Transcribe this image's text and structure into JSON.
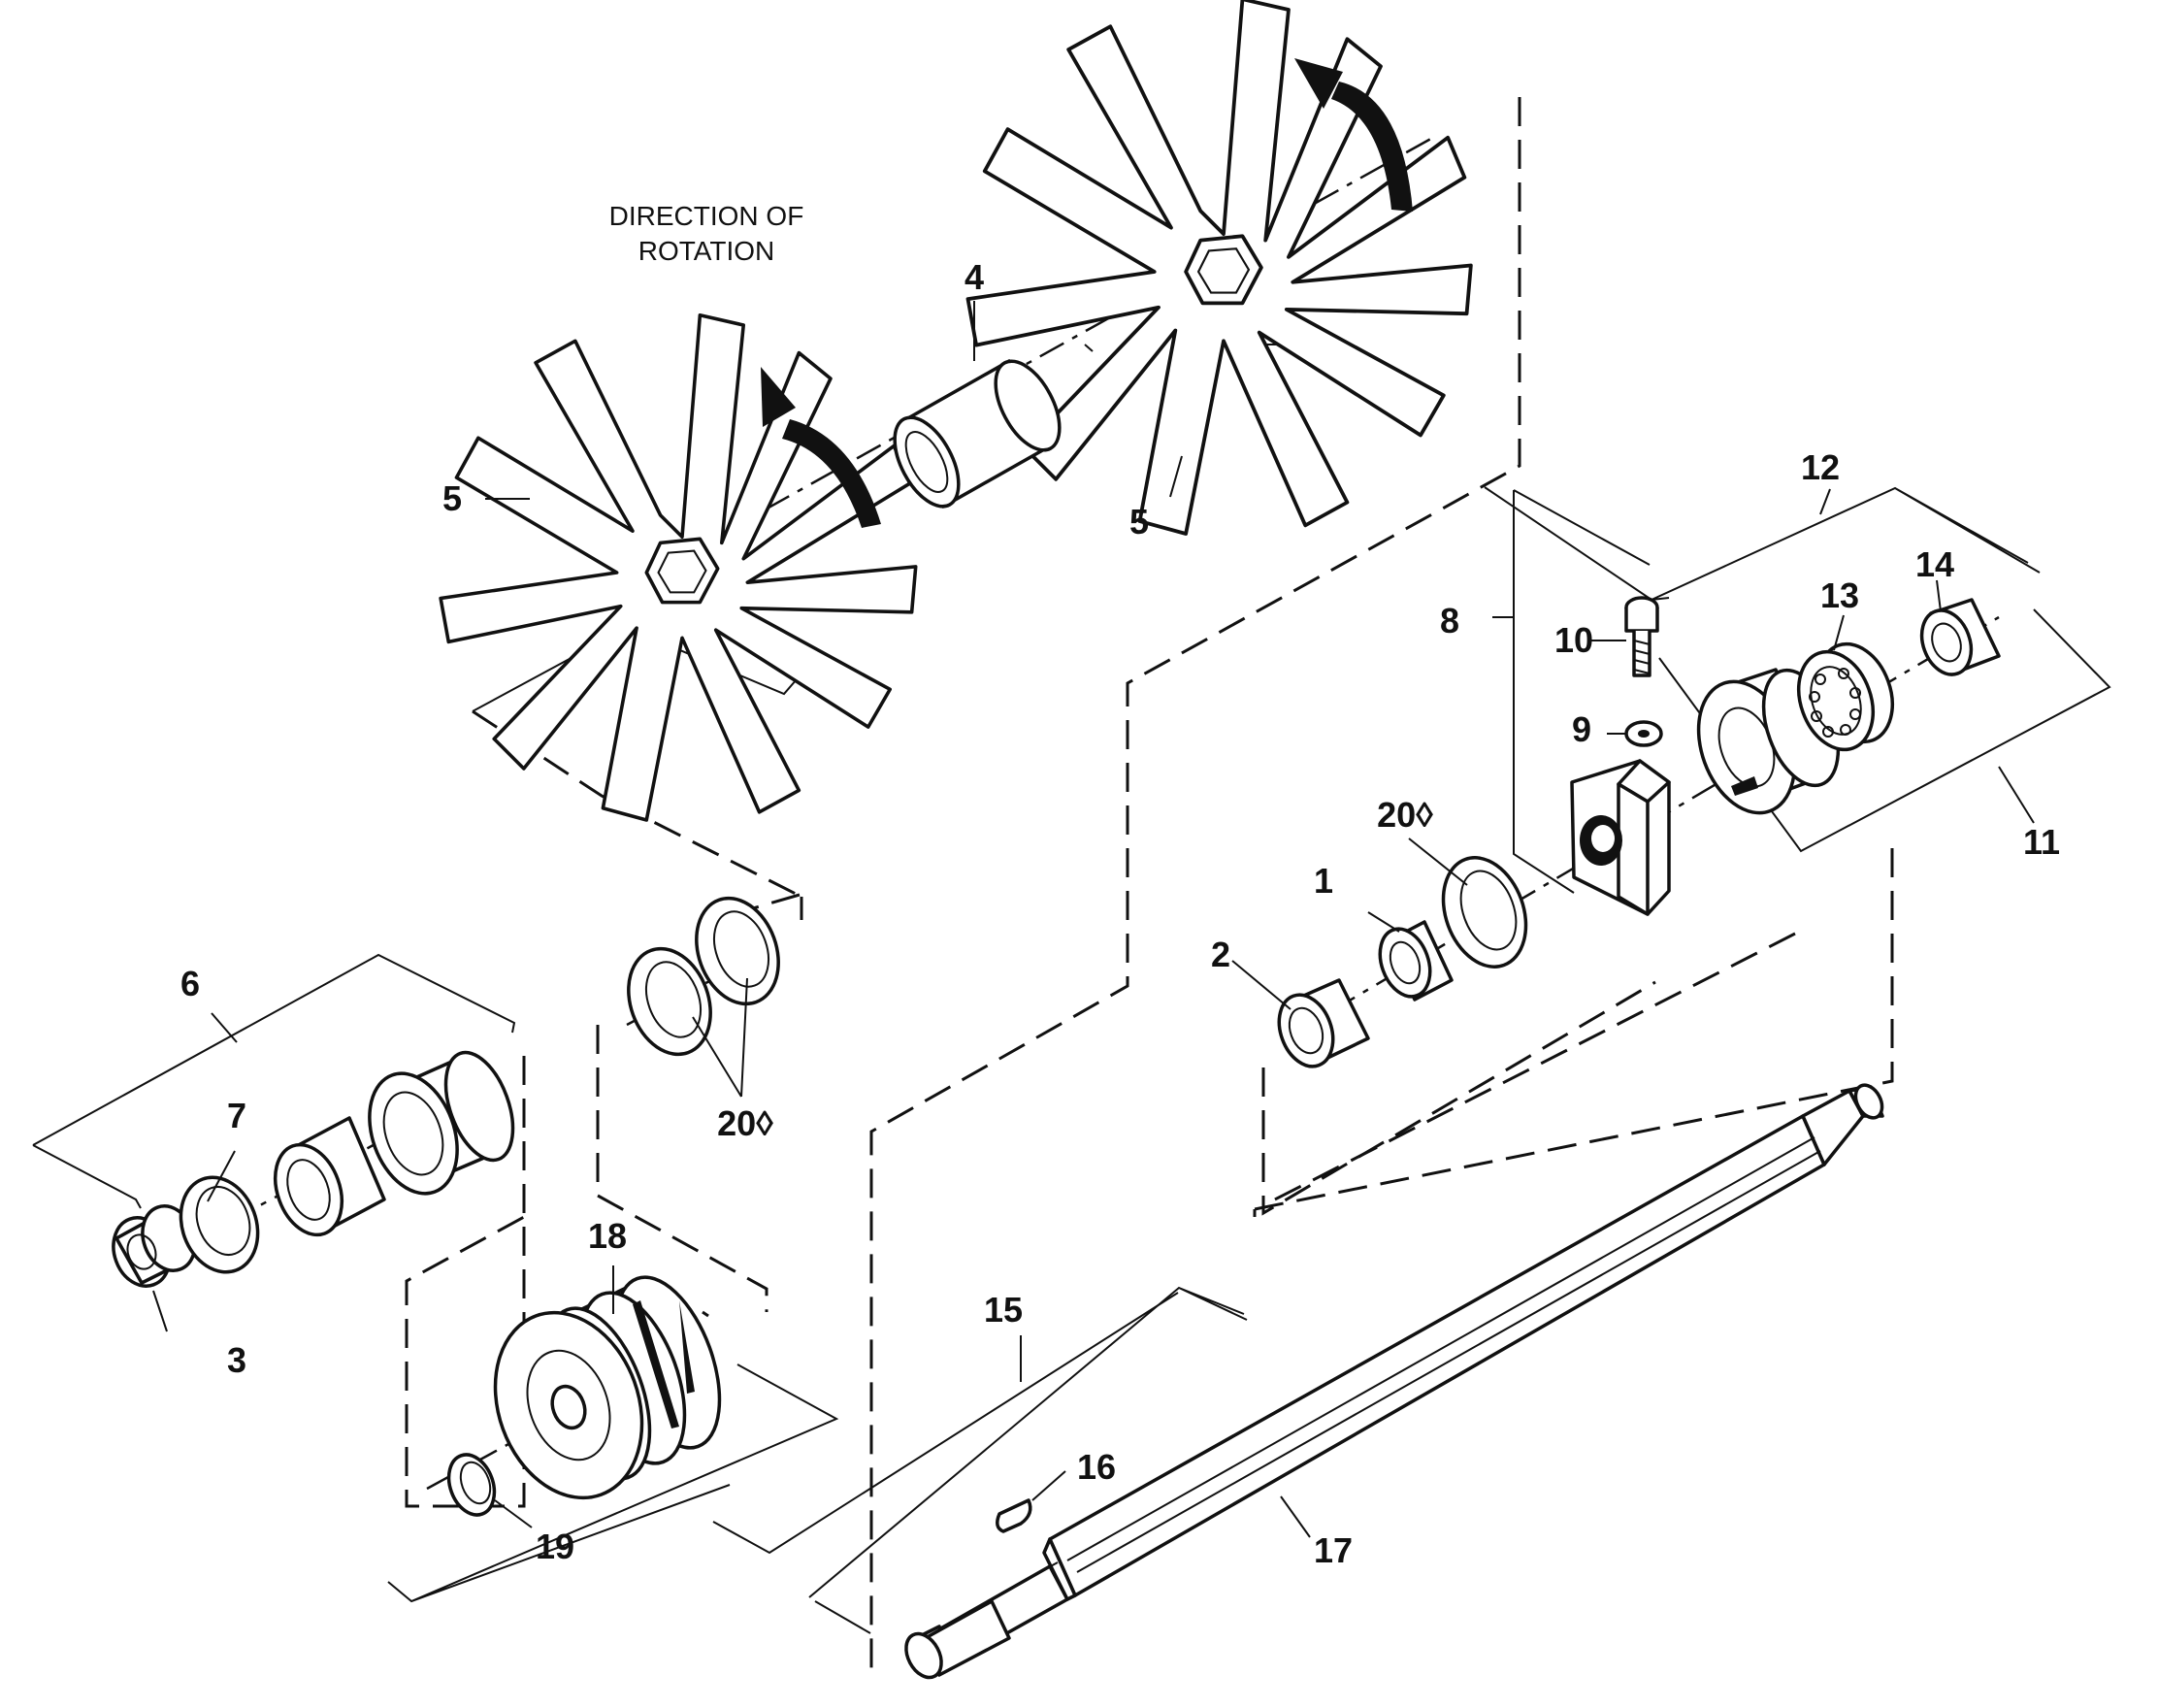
{
  "caption": {
    "line1": "DIRECTION OF",
    "line2": "ROTATION"
  },
  "callouts": {
    "p1": "1",
    "p2": "2",
    "p3": "3",
    "p4": "4",
    "p5a": "5",
    "p5b": "5",
    "p6": "6",
    "p7": "7",
    "p8": "8",
    "p9": "9",
    "p10": "10",
    "p11": "11",
    "p12": "12",
    "p13": "13",
    "p14": "14",
    "p15": "15",
    "p16": "16",
    "p17": "17",
    "p18": "18",
    "p19": "19",
    "p20a": "20◊",
    "p20b": "20◊"
  },
  "colors": {
    "ink": "#111111",
    "paper": "#ffffff"
  }
}
